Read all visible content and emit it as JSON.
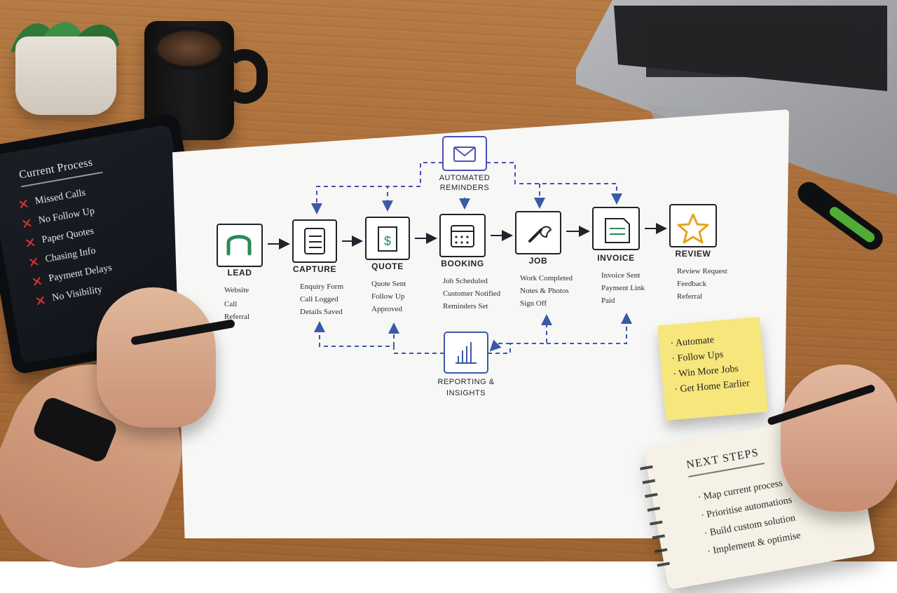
{
  "tablet": {
    "title": "Current Process",
    "items": [
      "Missed Calls",
      "No Follow Up",
      "Paper Quotes",
      "Chasing Info",
      "Payment Delays",
      "No Visibility"
    ]
  },
  "diagram": {
    "top": {
      "title_line1": "AUTOMATED",
      "title_line2": "REMINDERS"
    },
    "bottom": {
      "title_line1": "REPORTING &",
      "title_line2": "INSIGHTS"
    },
    "steps": [
      {
        "title": "LEAD",
        "bullets": [
          "Website",
          "Call",
          "Referral"
        ]
      },
      {
        "title": "CAPTURE",
        "bullets": [
          "Enquiry Form",
          "Call Logged",
          "Details Saved"
        ]
      },
      {
        "title": "QUOTE",
        "bullets": [
          "Quote Sent",
          "Follow Up",
          "Approved"
        ]
      },
      {
        "title": "BOOKING",
        "bullets": [
          "Job Scheduled",
          "Customer Notified",
          "Reminders Set"
        ]
      },
      {
        "title": "JOB",
        "bullets": [
          "Work Completed",
          "Notes & Photos",
          "Sign Off"
        ]
      },
      {
        "title": "INVOICE",
        "bullets": [
          "Invoice Sent",
          "Payment Link",
          "Paid"
        ]
      },
      {
        "title": "REVIEW",
        "bullets": [
          "Review Request",
          "Feedback",
          "Referral"
        ]
      }
    ]
  },
  "sticky": {
    "items": [
      "Automate",
      "Follow Ups",
      "Win More Jobs",
      "Get Home Earlier"
    ]
  },
  "notebook": {
    "title": "NEXT STEPS",
    "items": [
      "Map current process",
      "Prioritise automations",
      "Build custom solution",
      "Implement & optimise"
    ]
  },
  "colors": {
    "accent": "#4d4fb8",
    "flow_dash": "#3a5aa8",
    "sticky": "#f7e67c",
    "marker": "#55b43a",
    "x": "#dd3333"
  }
}
